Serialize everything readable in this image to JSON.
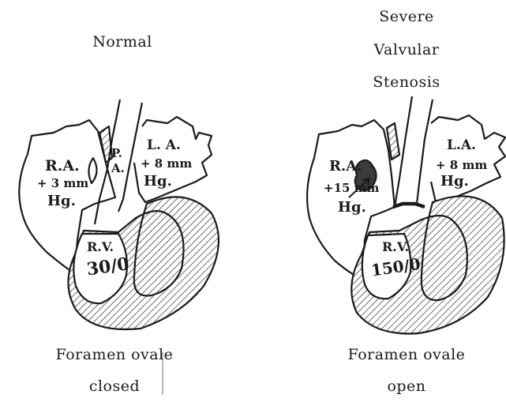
{
  "left_panel": {
    "title": "Normal",
    "ra": "R.A.",
    "ra_pressure": "+ 3 mm",
    "ra_unit": "Hg.",
    "pa_p": "P.",
    "pa_a": "A.",
    "la": "L. A.",
    "la_pressure": "+ 8 mm",
    "la_unit": "Hg.",
    "rv": "R.V.",
    "rv_pressure": "30/0",
    "caption_line1": "Foramen ovale",
    "caption_line2": "closed"
  },
  "right_panel": {
    "title_line1": "Severe",
    "title_line2": "Valvular",
    "title_line3": "Stenosis",
    "ra": "R.A.",
    "ra_pressure": "+15 mm",
    "ra_unit": "Hg.",
    "la": "L.A.",
    "la_pressure": "+ 8 mm",
    "la_unit": "Hg.",
    "rv": "R.V.",
    "rv_pressure": "150/0",
    "caption_line1": "Foramen ovale",
    "caption_line2": "open"
  }
}
